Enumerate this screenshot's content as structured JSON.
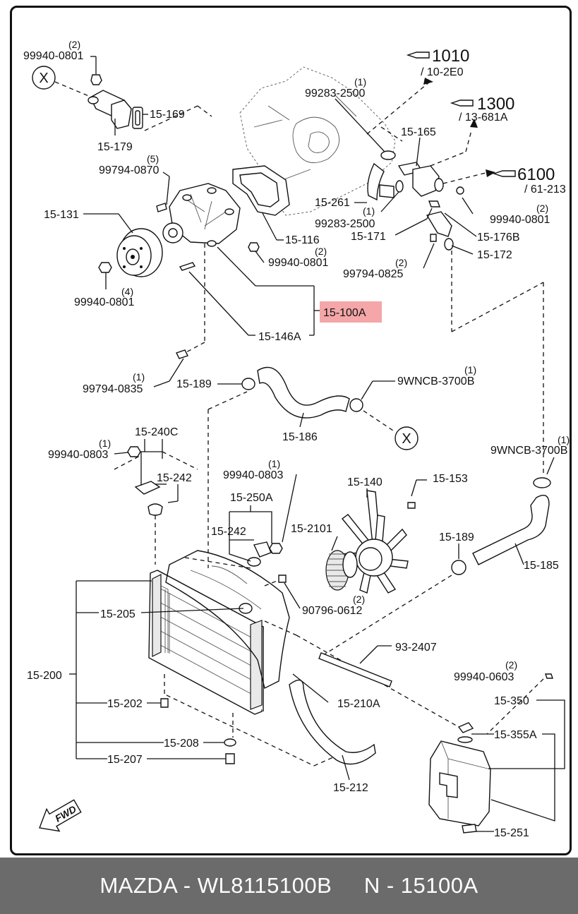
{
  "labels": {
    "l_99940_0801_a": "99940-0801",
    "q_a": "(2)",
    "l_15169": "15-169",
    "l_15179": "15-179",
    "l_99794_0870": "99794-0870",
    "q_b": "(5)",
    "l_15131": "15-131",
    "l_99940_0801_b": "99940-0801",
    "q_c": "(4)",
    "l_99283_2500_a": "99283-2500",
    "q_d": "(1)",
    "l_15165": "15-165",
    "l_15261": "15-261",
    "l_99283_2500_b": "99283-2500",
    "q_e": "(1)",
    "l_15171": "15-171",
    "l_15116": "15-116",
    "l_99940_0801_c": "99940-0801",
    "q_f": "(2)",
    "l_99940_0801_d": "99940-0801",
    "q_g": "(2)",
    "l_15176b": "15-176B",
    "l_15172": "15-172",
    "l_99794_0825": "99794-0825",
    "q_h": "(2)",
    "l_15100a": "15-100A",
    "l_15146a": "15-146A",
    "l_99794_0835": "99794-0835",
    "q_i": "(1)",
    "l_15189_a": "15-189",
    "l_9wncb_a": "9WNCB-3700B",
    "q_j": "(1)",
    "l_15186": "15-186",
    "l_15240c": "15-240C",
    "l_99940_0803_a": "99940-0803",
    "q_k": "(1)",
    "l_15242_a": "15-242",
    "l_99940_0803_b": "99940-0803",
    "q_l": "(1)",
    "l_15250a": "15-250A",
    "l_15242_b": "15-242",
    "l_15140": "15-140",
    "l_15153": "15-153",
    "l_152101": "15-2101",
    "l_9wncb_b": "9WNCB-3700B",
    "q_m": "(1)",
    "l_15189_b": "15-189",
    "l_15185": "15-185",
    "l_15205": "15-205",
    "l_90796_0612": "90796-0612",
    "q_n": "(2)",
    "l_15200": "15-200",
    "l_93_2407": "93-2407",
    "l_99940_0603": "99940-0603",
    "q_o": "(2)",
    "l_15202": "15-202",
    "l_15210a": "15-210A",
    "l_15350": "15-350",
    "l_15355a": "15-355A",
    "l_15208": "15-208",
    "l_15207": "15-207",
    "l_15212": "15-212",
    "l_15251": "15-251"
  },
  "refs": {
    "r1010": "1010",
    "r1010_sub": "/ 10-2E0",
    "r1300": "1300",
    "r1300_sub": "/ 13-681A",
    "r6100": "6100",
    "r6100_sub": "/ 61-213"
  },
  "markers": {
    "x1": "X",
    "x2": "X"
  },
  "fwd": "FWD",
  "highlight_color": "#f4a6a8",
  "footer": {
    "text": "MAZDA - WL8115100B     N - 15100A"
  }
}
